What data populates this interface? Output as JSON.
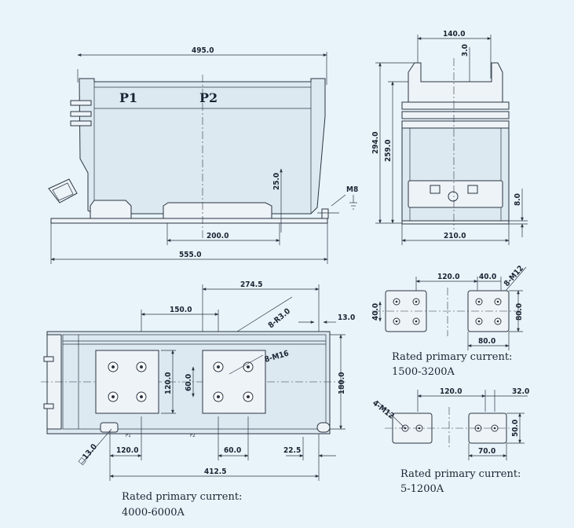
{
  "front_view": {
    "dims": {
      "total_width": "495.0",
      "base_width": "555.0",
      "foot_span": "200.0",
      "foot_height": "25.0",
      "ground_bolt": "M8"
    },
    "terminals": {
      "p1": "P1",
      "p2": "P2"
    }
  },
  "side_view": {
    "dims": {
      "top_width": "140.0",
      "top_step": "3.0",
      "total_height": "294.0",
      "inner_height": "259.0",
      "base_width": "210.0",
      "base_thickness": "8.0"
    }
  },
  "top_view": {
    "dims": {
      "half_length": "274.5",
      "hole_pitch": "150.0",
      "slot": "8-R3.0",
      "edge": "13.0",
      "bolts": "8-M16",
      "plate_height": "120.0",
      "inner_pitch": "60.0",
      "depth": "180.0",
      "mount_hole": "□13.0",
      "left_offset": "120.0",
      "pitch_60": "60.0",
      "right_offset": "22.5",
      "mount_span": "412.5"
    },
    "marks": {
      "left": "P1",
      "right": "P2"
    },
    "caption": {
      "line1": "Rated primary current:",
      "line2": "4000-6000A"
    }
  },
  "detail_a": {
    "dims": {
      "spacing": "120.0",
      "hole_pitch": "40.0",
      "bolts": "8-M12",
      "left_vert": "40.0",
      "plate_height": "80.0",
      "plate_width": "80.0"
    },
    "caption": {
      "line1": "Rated primary current:",
      "line2": "1500-3200A"
    }
  },
  "detail_b": {
    "dims": {
      "spacing": "120.0",
      "hole_pitch": "32.0",
      "bolts": "4-M12",
      "plate_height": "50.0",
      "plate_width": "70.0"
    },
    "caption": {
      "line1": "Rated primary current:",
      "line2": "5-1200A"
    }
  }
}
